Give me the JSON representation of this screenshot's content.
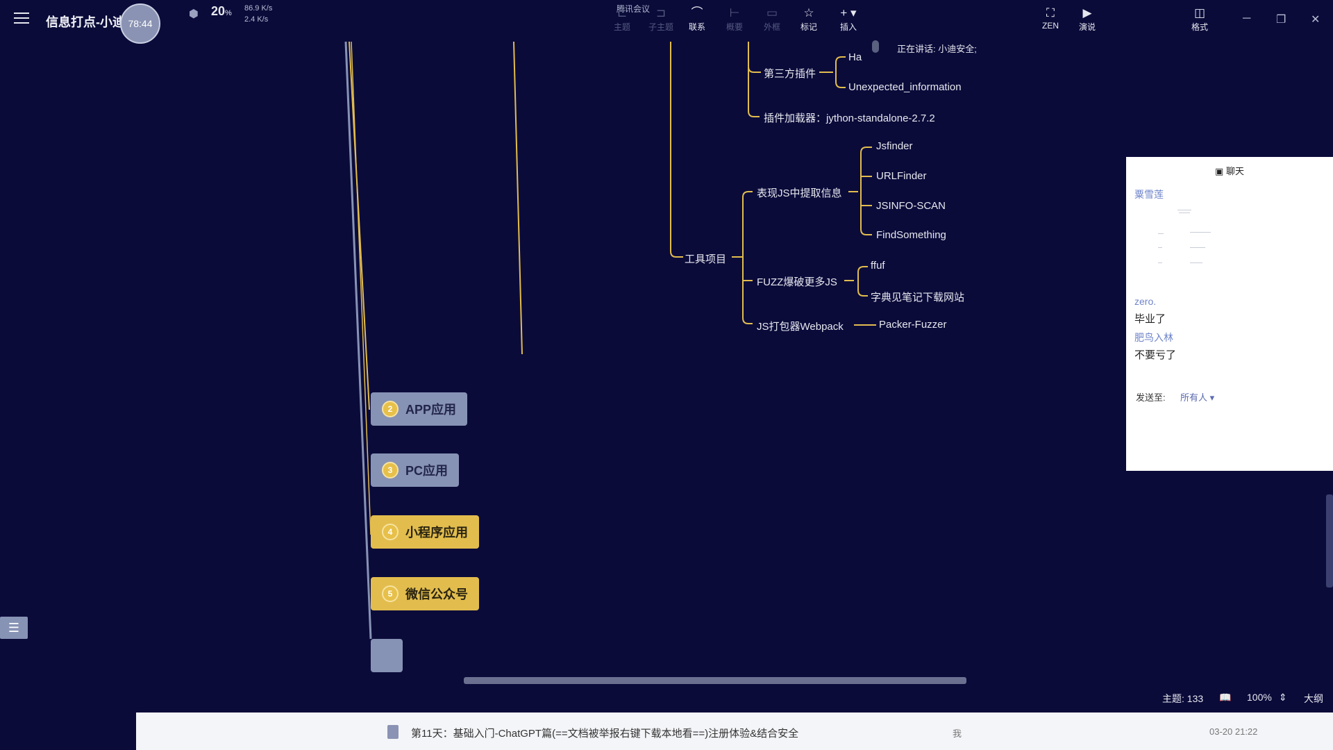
{
  "app": {
    "title": "信息打点-小迪",
    "timer": "78:44",
    "cpu_percent": "20",
    "net_up": "86.9 K/s",
    "net_down": "2.4 K/s"
  },
  "toolbar": {
    "meeting_label": "腾讯会议",
    "items": [
      {
        "label": "主题"
      },
      {
        "label": "子主题"
      },
      {
        "label": "联系"
      },
      {
        "label": "概要"
      },
      {
        "label": "外框"
      },
      {
        "label": "标记"
      },
      {
        "label": "插入"
      },
      {
        "label": "ZEN"
      },
      {
        "label": "演说"
      },
      {
        "label": "格式"
      }
    ]
  },
  "speaking": "正在讲话: 小迪安全;",
  "mindmap": {
    "plugins_node": "第三方插件",
    "plugins_children": [
      "Ha",
      "Unexpected_information"
    ],
    "loader_node": "插件加载器：jython-standalone-2.7.2",
    "tools_node": "工具项目",
    "js_extract_node": "表现JS中提取信息",
    "js_extract_children": [
      "Jsfinder",
      "URLFinder",
      "JSINFO-SCAN",
      "FindSomething"
    ],
    "fuzz_node": "FUZZ爆破更多JS",
    "fuzz_children": [
      "ffuf",
      "字典见笔记下载网站"
    ],
    "webpack_node": "JS打包器Webpack",
    "webpack_child": "Packer-Fuzzer",
    "branches": [
      {
        "num": "2",
        "label": "APP应用"
      },
      {
        "num": "3",
        "label": "PC应用"
      },
      {
        "num": "4",
        "label": "小程序应用"
      },
      {
        "num": "5",
        "label": "微信公众号"
      }
    ]
  },
  "chat": {
    "header": "聊天",
    "messages": [
      {
        "name": "粟雪莲",
        "text": ""
      },
      {
        "name": "zero.",
        "text": "毕业了"
      },
      {
        "name": "肥鸟入林",
        "text": "不要亏了"
      }
    ],
    "send_to_label": "发送至:",
    "send_to_value": "所有人"
  },
  "status": {
    "topics": "主题: 133",
    "zoom": "100%",
    "outline": "大纲"
  },
  "footer": {
    "title": "第11天：基础入门-ChatGPT篇(==文档被举报右键下载本地看==)注册体验&结合安全",
    "me": "我",
    "time": "03-20 21:22"
  },
  "colors": {
    "background": "#0b0b3a",
    "connector": "#e2bd4e",
    "branch_blue": "#8793b5",
    "branch_gold": "#e2bd4e"
  }
}
